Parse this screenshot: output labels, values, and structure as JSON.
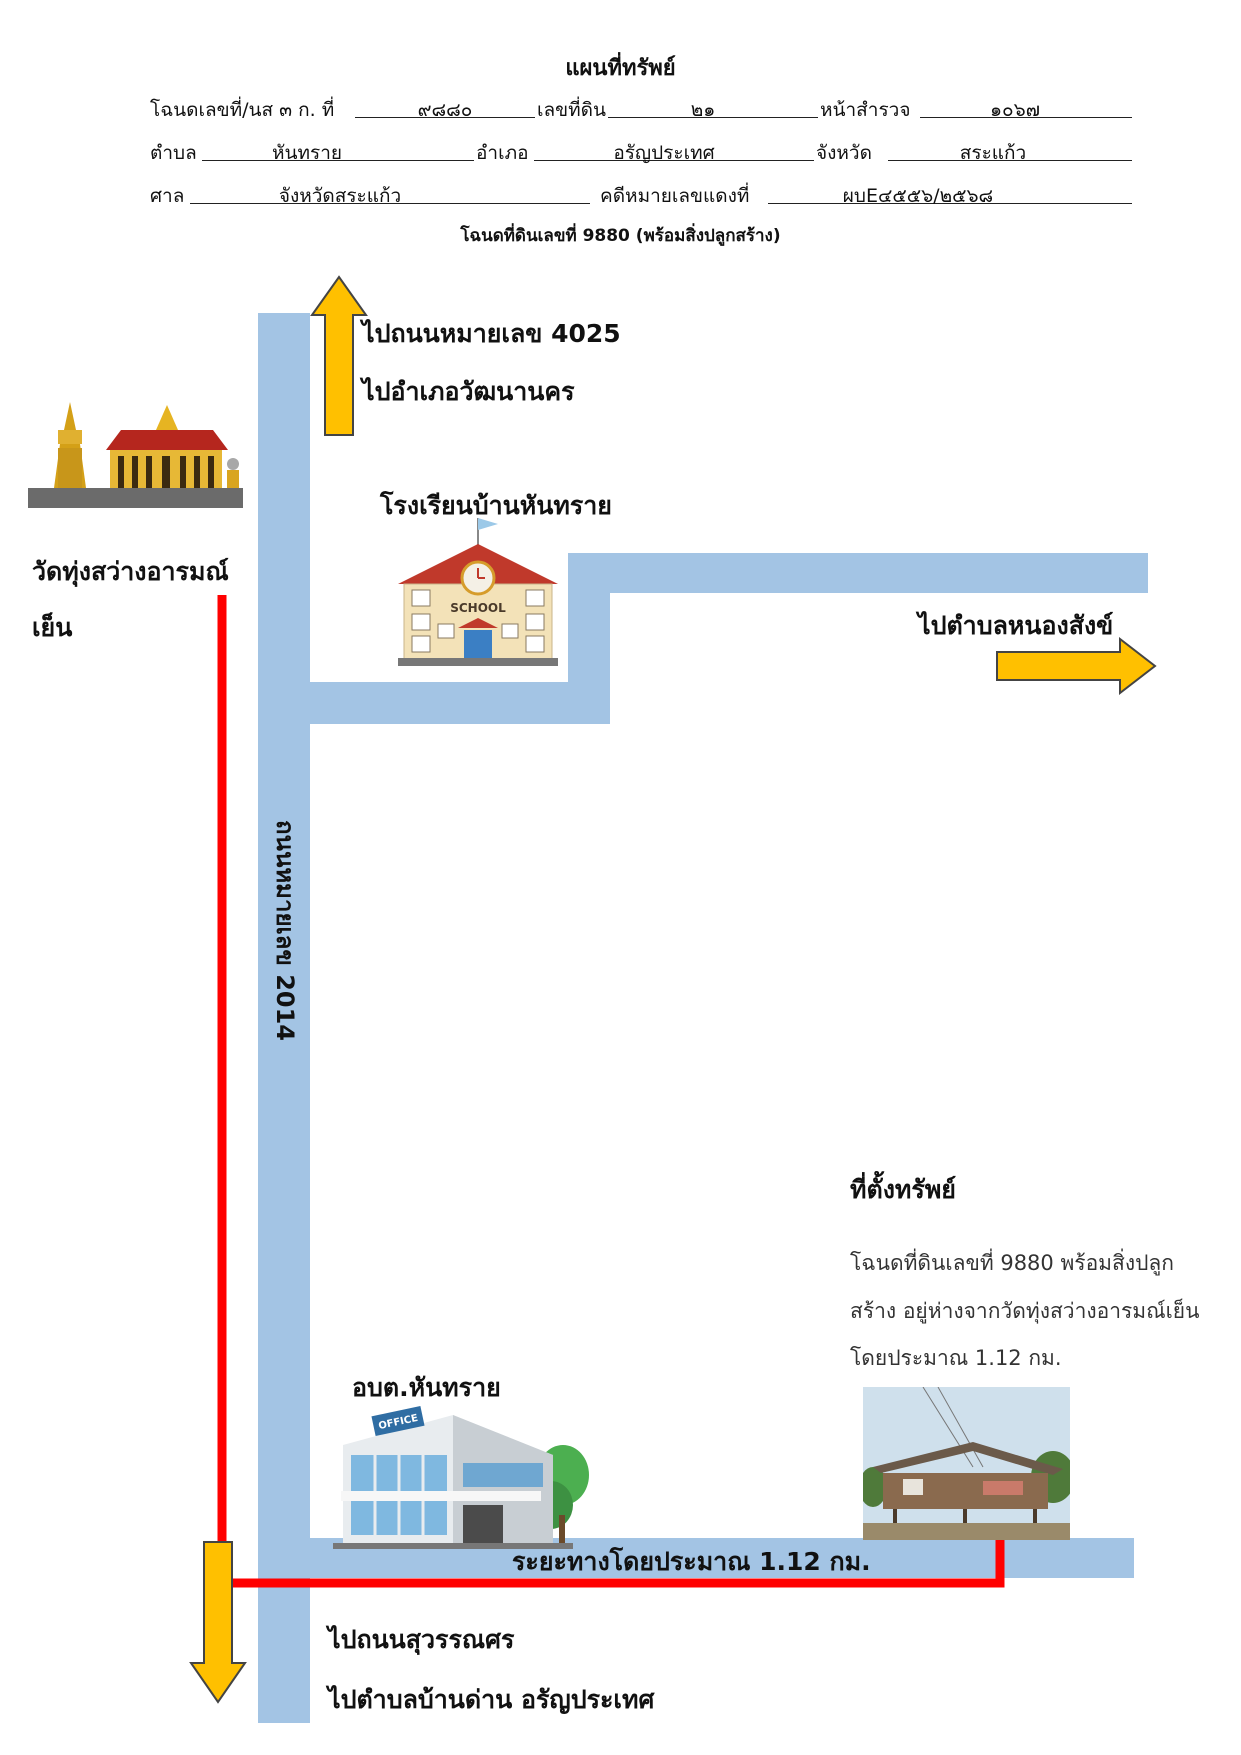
{
  "header": {
    "title": "แผนที่ทรัพย์",
    "row1": {
      "deed_label": "โฉนดเลขที่/นส ๓ ก. ที่",
      "deed_value": "๙๘๘๐",
      "land_no_label": "เลขที่ดิน",
      "land_no_value": "๒๑",
      "survey_page_label": "หน้าสำรวจ",
      "survey_page_value": "๑๐๖๗"
    },
    "row2": {
      "subdistrict_label": "ตำบล",
      "subdistrict_value": "หันทราย",
      "district_label": "อำเภอ",
      "district_value": "อรัญประเทศ",
      "province_label": "จังหวัด",
      "province_value": "สระแก้ว"
    },
    "row3": {
      "court_label": "ศาล",
      "court_value": "จังหวัดสระแก้ว",
      "case_label": "คดีหมายเลขแดงที่",
      "case_value": "ผบE๔๕๕๖/๒๕๖๘"
    },
    "subtitle": "โฉนดที่ดินเลขที่ 9880 (พร้อมสิ่งปลูกสร้าง)"
  },
  "map": {
    "north_dest_1": "ไปถนนหมายเลข 4025",
    "north_dest_2": "ไปอำเภอวัฒนานคร",
    "temple_label_1": "วัดทุ่งสว่างอารมณ์",
    "temple_label_2": "เย็น",
    "school_label": "โรงเรียนบ้านหันทราย",
    "school_sign": "SCHOOL",
    "east_dest": "ไปตำบลหนองสังข์",
    "road_name": "ถนนหมายเลข 2014",
    "property_title": "ที่ตั้งทรัพย์",
    "property_desc_1": "โฉนดที่ดินเลขที่ 9880 พร้อมสิ่งปลูก",
    "property_desc_2": "สร้าง อยู่ห่างจากวัดทุ่งสว่างอารมณ์เย็น",
    "property_desc_3": "โดยประมาณ 1.12 กม.",
    "office_label": "อบต.หันทราย",
    "office_sign": "OFFICE",
    "distance_label": "ระยะทางโดยประมาณ 1.12 กม.",
    "south_dest_1": "ไปถนนสุวรรณศร",
    "south_dest_2": "ไปตำบลบ้านด่าน อรัญประเทศ"
  },
  "colors": {
    "road": "#a3c4e4",
    "route": "#ff0000",
    "arrow": "#ffc000"
  }
}
